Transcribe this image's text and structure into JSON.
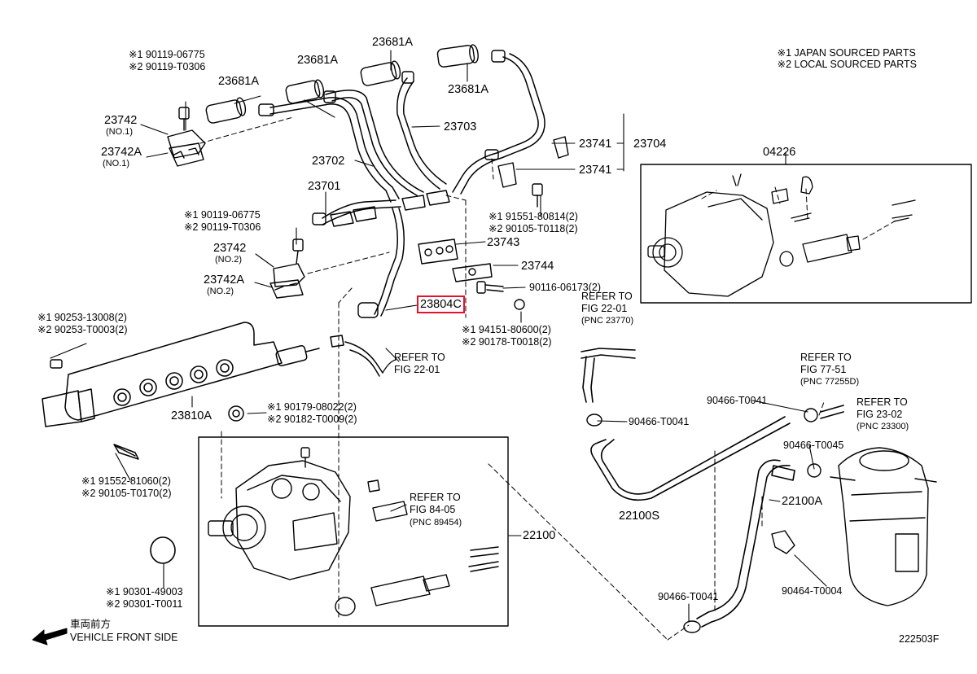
{
  "legend": {
    "line1": "※1 JAPAN SOURCED PARTS",
    "line2": "※2 LOCAL SOURCED PARTS"
  },
  "figure_id": "222503F",
  "front": {
    "jp": "車両前方",
    "en": "VEHICLE FRONT SIDE"
  },
  "labels": {
    "p23681a_1": "23681A",
    "p23681a_2": "23681A",
    "p23681a_3": "23681A",
    "p23681a_4": "23681A",
    "p23703": "23703",
    "p23704": "23704",
    "p23741_1": "23741",
    "p23741_2": "23741",
    "p23702": "23702",
    "p23701": "23701",
    "p23742_1": "23742",
    "p23742_1_sub": "(NO.1)",
    "p23742a_1": "23742A",
    "p23742a_1_sub": "(NO.1)",
    "p23742_2": "23742",
    "p23742_2_sub": "(NO.2)",
    "p23742a_2": "23742A",
    "p23742a_2_sub": "(NO.2)",
    "p23743": "23743",
    "p23744": "23744",
    "p23804c": "23804C",
    "p23810a": "23810A",
    "p04226": "04226",
    "p22100": "22100",
    "p22100s": "22100S",
    "p22100a": "22100A",
    "b1_1": "※1 90119-06775",
    "b1_2": "※2 90119-T0306",
    "b2_1": "※1 90119-06775",
    "b2_2": "※2 90119-T0306",
    "b3_1": "※1 91551-80814(2)",
    "b3_2": "※2 90105-T0118(2)",
    "b4": "90116-06173(2)",
    "b5_1": "※1 94151-80600(2)",
    "b5_2": "※2 90178-T0018(2)",
    "b6_1": "※1 90253-13008(2)",
    "b6_2": "※2 90253-T0003(2)",
    "b7_1": "※1 90179-08022(2)",
    "b7_2": "※2 90182-T0009(2)",
    "b8_1": "※1 91552-81060(2)",
    "b8_2": "※2 90105-T0170(2)",
    "b9_1": "※1 90301-49003",
    "b9_2": "※2 90301-T0011",
    "c1": "90466-T0041",
    "c2": "90466-T0041",
    "c3": "90466-T0045",
    "c4": "90466-T0041",
    "c5": "90464-T0004",
    "ref1_a": "REFER TO",
    "ref1_b": "FIG 22-01",
    "ref2_a": "REFER TO",
    "ref2_b": "FIG 22-01",
    "ref2_c": "(PNC 23770)",
    "ref3_a": "REFER TO",
    "ref3_b": "FIG 84-05",
    "ref3_c": "(PNC 89454)",
    "ref4_a": "REFER TO",
    "ref4_b": "FIG 77-51",
    "ref4_c": "(PNC 77255D)",
    "ref5_a": "REFER TO",
    "ref5_b": "FIG 23-02",
    "ref5_c": "(PNC 23300)"
  }
}
